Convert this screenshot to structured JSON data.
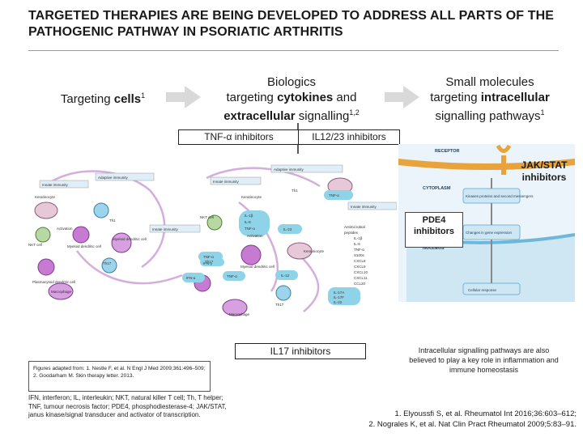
{
  "title": "TARGETED THERAPIES ARE BEING DEVELOPED TO ADDRESS ALL PARTS OF THE PATHOGENIC PATHWAY IN PSORIATIC ARTHRITIS",
  "columns": {
    "cells": {
      "text": "Targeting ",
      "bold": "cells",
      "sup": "1"
    },
    "biologics": {
      "line1": "Biologics",
      "line2_pre": "targeting ",
      "line2_bold": "cytokines",
      "line2_post": " and",
      "line3_bold": "extracellular",
      "line3_post": " signalling",
      "sup": "1,2"
    },
    "small": {
      "line1": "Small molecules",
      "line2_pre": "targeting ",
      "line2_bold": "intracellular",
      "line3": "signalling pathways",
      "sup": "1"
    }
  },
  "boxes": {
    "tnf": "TNF-α inhibitors",
    "il1223": "IL12/23 inhibitors",
    "il17": "IL17 inhibitors",
    "pde4": "PDE4 inhibitors",
    "jak": "JAK/STAT inhibitors"
  },
  "diagram_labels": {
    "adaptive_top": "Adaptive immunity",
    "adaptive_left": "Adaptive immunity",
    "innate_left": "Innate immunity",
    "innate_mid": "Innate immunity",
    "innate_right": "Innate immunity",
    "innate_center": "Innate immunity",
    "keratinocyte_1": "Keratinocyte",
    "keratinocyte_2": "Keratinocyte",
    "keratinocyte_3": "Keratinocyte",
    "th1_a": "Th1",
    "th1_b": "Th1",
    "th17_a": "Th17",
    "th17_b": "Th17",
    "th17_c": "Th17",
    "nkt": "NKT cell",
    "nkt2": "NKT cell",
    "activation_1": "Activation",
    "activation_2": "Activation",
    "myeloid_dc": "Myeloid dendritic cell",
    "myeloid_dc2": "Myeloid dendritic cell",
    "myeloid_dc3": "Myeloid dendritic cell",
    "plasmacytoid": "Plasmacytoid dendritic cell",
    "macrophage_1": "Macrophage",
    "macrophage_2": "Macrophage",
    "cytokine_cluster": [
      "IL-1β",
      "IL-6",
      "TNF-α"
    ],
    "tnfa_1": "TNF-α",
    "tnfa_2": "TNF-α",
    "tnfa_3": "TNF-α",
    "ifng": "IFN-γ",
    "ifna": "IFN-α",
    "il23": "IL-23",
    "il12": "IL-12",
    "il17_cluster": [
      "IL-17A",
      "IL-17F",
      "IL-22"
    ],
    "antimicrobial": [
      "Antimicrobial",
      "peptides",
      "IL-1β",
      "IL-6",
      "TNF-α",
      "S100s",
      "CXCL8",
      "CXCL9",
      "CXCL10",
      "CXCL11",
      "CCL20"
    ]
  },
  "cyto_labels": {
    "receptor": "RECEPTOR",
    "cytoplasm": "CYTOPLASM",
    "nucleus": "NUCLEUS",
    "kinases": "Kinases proteins and second messengers",
    "gene_expr": "Changes in gene expression",
    "cell_response": "Cellular response"
  },
  "intracellular_text": "Intracellular signalling pathways are also believed to play a key role in inflammation and immune homeostasis",
  "figure_note": "Figures adapted from: 1. Nestle F, et al. N Engl J Med 2009;361:496–509; 2. Goodarham M. Skin therapy letter. 2013.",
  "abbreviations": "IFN, interferon; IL, interleukin; NKT, natural killer T cell; Th, T helper; TNF, tumour necrosis factor; PDE4, phosphodiesterase-4; JAK/STAT, janus kinase/signal transducer and activator of transcription.",
  "references": [
    "1. Elyoussfi S, et al. Rheumatol Int 2016;36:603–612;",
    "2. Nograles K, et al. Nat Clin Pract Rheumatol 2009;5:83–91."
  ],
  "colors": {
    "arrow_gray": "#d9d9d9",
    "orange": "#e8a33c",
    "cell_purple": "#7a3b8a",
    "cytokine_teal": "#8fd3e8",
    "nucleus_blue": "#6fb7d8",
    "cyto_bg": "#d7ecf7"
  }
}
